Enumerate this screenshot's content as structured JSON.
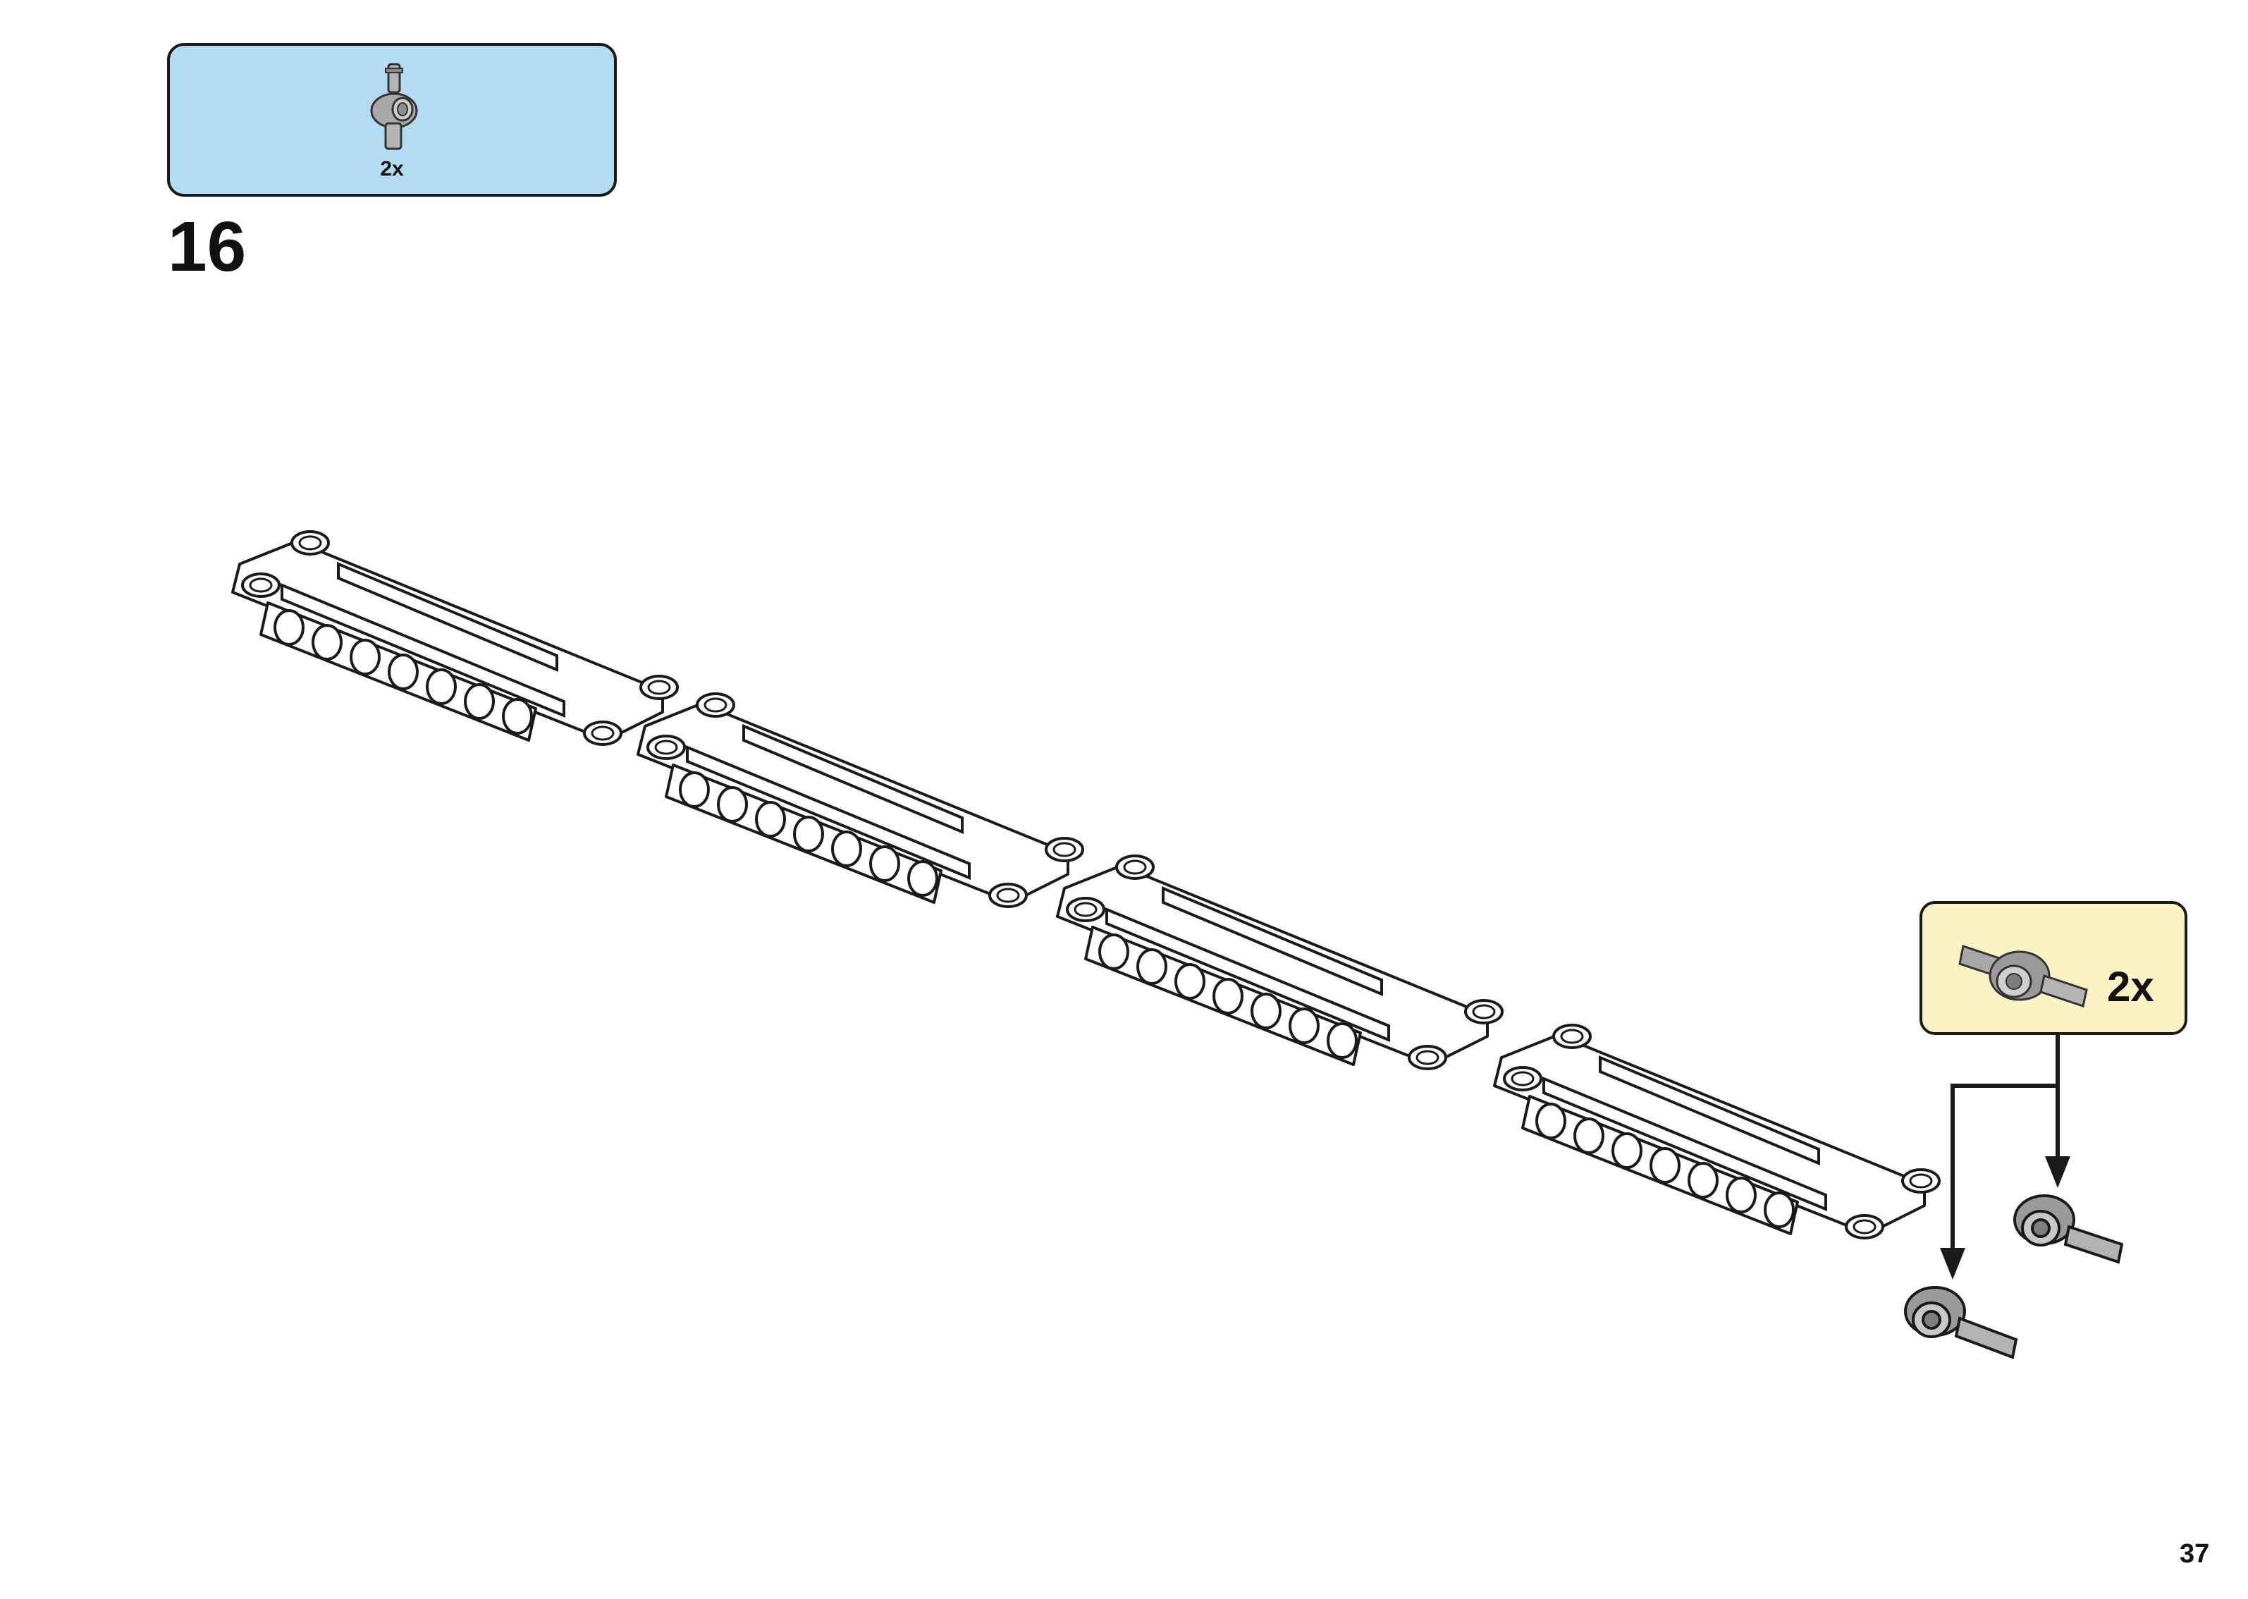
{
  "parts_list": {
    "items": [
      {
        "icon": "connector-pin-icon",
        "quantity": "2x"
      }
    ]
  },
  "step": {
    "number": "16"
  },
  "callout": {
    "icon": "connector-pin-icon",
    "quantity": "2x"
  },
  "page": {
    "number": "37"
  },
  "colors": {
    "parts_list_bg": "#b3dbf4",
    "callout_bg": "#fbf3c4",
    "element_gray": "#9a9a9a",
    "outline": "#1a1a1a"
  }
}
